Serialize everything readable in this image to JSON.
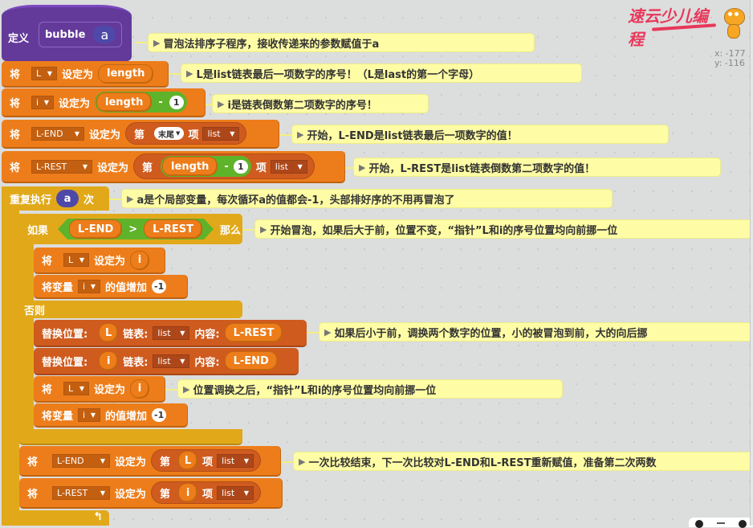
{
  "workspace": {
    "coords": {
      "x_label": "x: -177",
      "y_label": "y: -116"
    },
    "logo_text": "速云少儿编程",
    "sprite": "scratch-cat"
  },
  "colors": {
    "looks_purple": "#633a9a",
    "data_orange": "#ed7d1a",
    "control_gold": "#e1a91a",
    "operator_green": "#5fb32a",
    "list_dark_orange": "#cf5b1e",
    "note_yellow": "#fefca5",
    "background": "#dcdddd"
  },
  "blocks": {
    "define": {
      "label": "定义",
      "name": "bubble",
      "param": "a"
    },
    "set_L": {
      "label": "将",
      "var": "L",
      "to": "设定为",
      "value": "length"
    },
    "set_i": {
      "label": "将",
      "var": "i",
      "to": "设定为",
      "value": "length",
      "op": "-",
      "num": "1"
    },
    "set_LEND": {
      "label": "将",
      "var": "L-END",
      "to": "设定为",
      "item": "第",
      "index": "末尾",
      "item2": "项",
      "list": "list"
    },
    "set_LREST": {
      "label": "将",
      "var": "L-REST",
      "to": "设定为",
      "item": "第",
      "value": "length",
      "op": "-",
      "num": "1",
      "item2": "项",
      "list": "list"
    },
    "repeat": {
      "label": "重复执行",
      "arg": "a",
      "times": "次"
    },
    "if": {
      "label": "如果",
      "left": "L-END",
      "op": ">",
      "right": "L-REST",
      "then": "那么"
    },
    "if_set_L": {
      "label": "将",
      "var": "L",
      "to": "设定为",
      "value": "i"
    },
    "if_change_i": {
      "label": "将变量",
      "var": "i",
      "by": "的值增加",
      "num": "-1"
    },
    "else": {
      "label": "否则"
    },
    "replace1": {
      "label": "替换位置:",
      "index": "L",
      "list_label": "链表:",
      "list": "list",
      "content_label": "内容:",
      "value": "L-REST"
    },
    "replace2": {
      "label": "替换位置:",
      "index": "i",
      "list_label": "链表:",
      "list": "list",
      "content_label": "内容:",
      "value": "L-END"
    },
    "else_set_L": {
      "label": "将",
      "var": "L",
      "to": "设定为",
      "value": "i"
    },
    "else_change_i": {
      "label": "将变量",
      "var": "i",
      "by": "的值增加",
      "num": "-1"
    },
    "set_LEND2": {
      "label": "将",
      "var": "L-END",
      "to": "设定为",
      "item": "第",
      "index": "L",
      "item2": "项",
      "list": "list"
    },
    "set_LREST2": {
      "label": "将",
      "var": "L-REST",
      "to": "设定为",
      "item": "第",
      "index": "i",
      "item2": "项",
      "list": "list"
    }
  },
  "comments": [
    "冒泡法排序子程序，接收传递来的参数赋值于a",
    "L是list链表最后一项数字的序号！（L是last的第一个字母）",
    "i是链表倒数第二项数字的序号！",
    "开始，L-END是list链表最后一项数字的值！",
    "开始，L-REST是list链表倒数第二项数字的值！",
    "a是个局部变量，每次循环a的值都会-1，头部排好序的不用再冒泡了",
    "开始冒泡，如果后大于前，位置不变，“指针”L和i的序号位置均向前挪一位",
    "如果后小于前，调换两个数字的位置，小的被冒泡到前，大的向后挪",
    "位置调换之后，“指针”L和i的序号位置均向前挪一位",
    "一次比较结束，下一次比较对L-END和L-REST重新赋值，准备第二次两数"
  ]
}
